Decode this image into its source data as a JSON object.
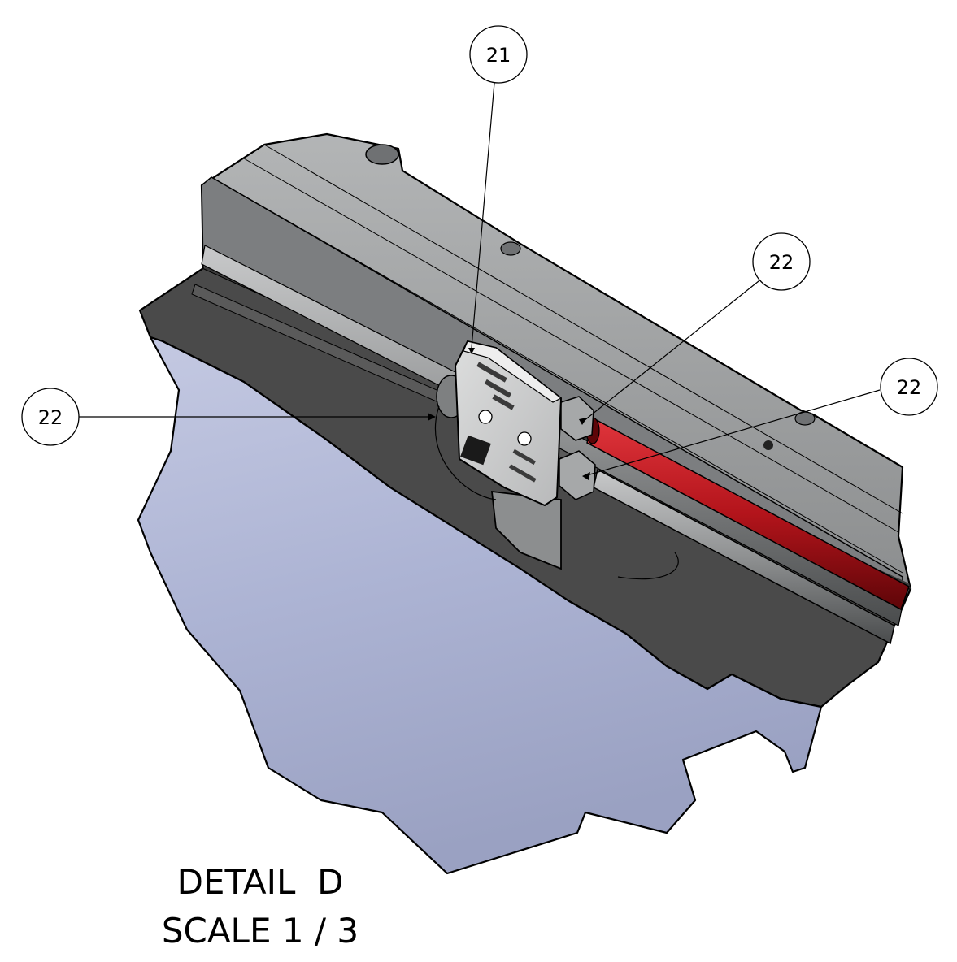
{
  "balloons": [
    {
      "id": "balloon-21",
      "label": "21"
    },
    {
      "id": "balloon-22-right-top",
      "label": "22"
    },
    {
      "id": "balloon-22-right-bottom",
      "label": "22"
    },
    {
      "id": "balloon-22-left",
      "label": "22"
    }
  ],
  "title": {
    "line1": "DETAIL  D",
    "line2": "SCALE 1 / 3"
  },
  "colors": {
    "cut_section": "#aeb6d6",
    "dark_housing": "#4a4a4a",
    "top_housing": "#a4a6a7",
    "red_tube": "#b3141b",
    "silver_tube": "#8f9192",
    "block": "#d2d3d4"
  }
}
